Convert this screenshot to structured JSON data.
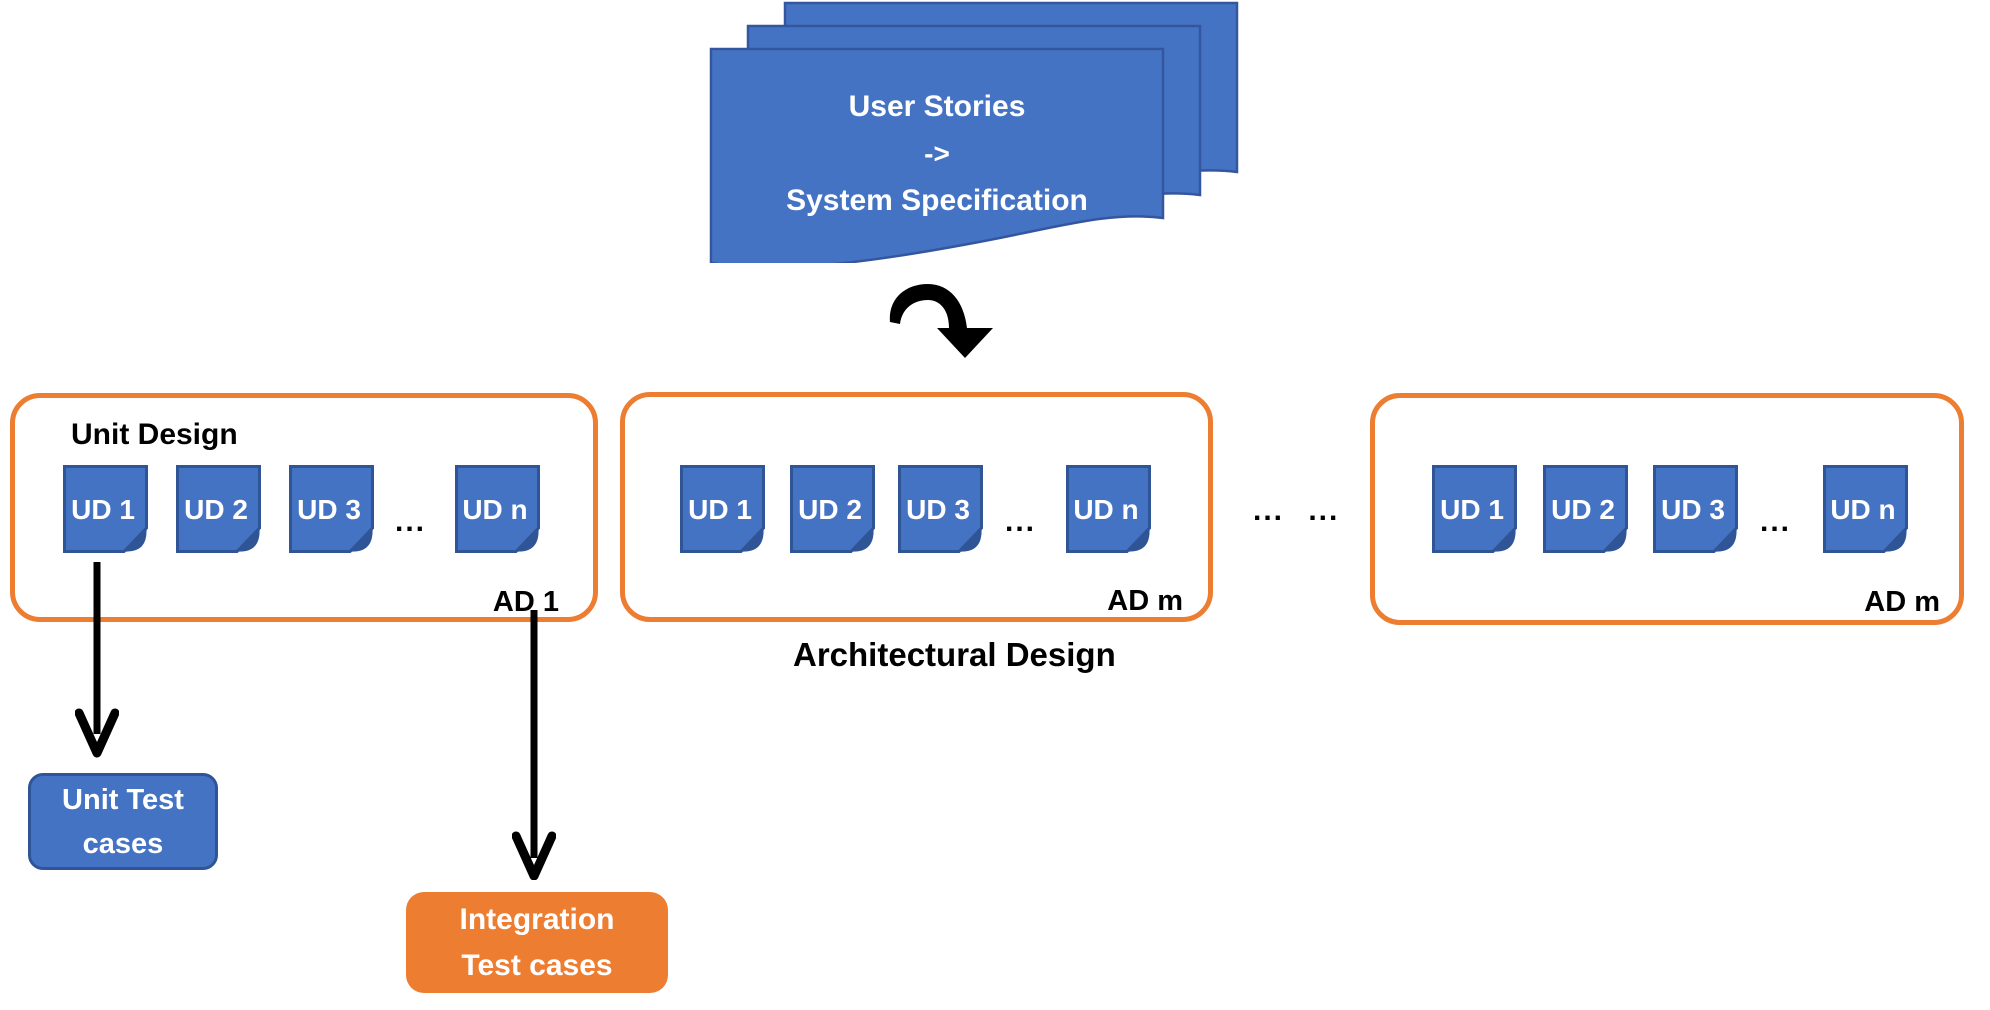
{
  "colors": {
    "blue": "#4573C4",
    "blue_border": "#2F5597",
    "orange": "#ED7D31",
    "arrow_black": "#000000"
  },
  "document_stack": {
    "line1": "User Stories",
    "line2": "->",
    "line3": "System Specification"
  },
  "groups": [
    {
      "title": "Unit Design",
      "docs": [
        "UD 1",
        "UD 2",
        "UD 3",
        "UD n"
      ],
      "dots": "...",
      "corner_label": "AD 1"
    },
    {
      "docs": [
        "UD 1",
        "UD 2",
        "UD 3",
        "UD n"
      ],
      "dots": "...",
      "corner_label": "AD m"
    },
    {
      "docs": [
        "UD 1",
        "UD 2",
        "UD 3",
        "UD n"
      ],
      "dots": "...",
      "corner_label": "AD m"
    }
  ],
  "between_groups_dots": "... ...",
  "architectural_design_label": "Architectural Design",
  "unit_test_box": {
    "line1": "Unit Test",
    "line2": "cases"
  },
  "integration_test_box": {
    "line1": "Integration",
    "line2": "Test cases"
  }
}
